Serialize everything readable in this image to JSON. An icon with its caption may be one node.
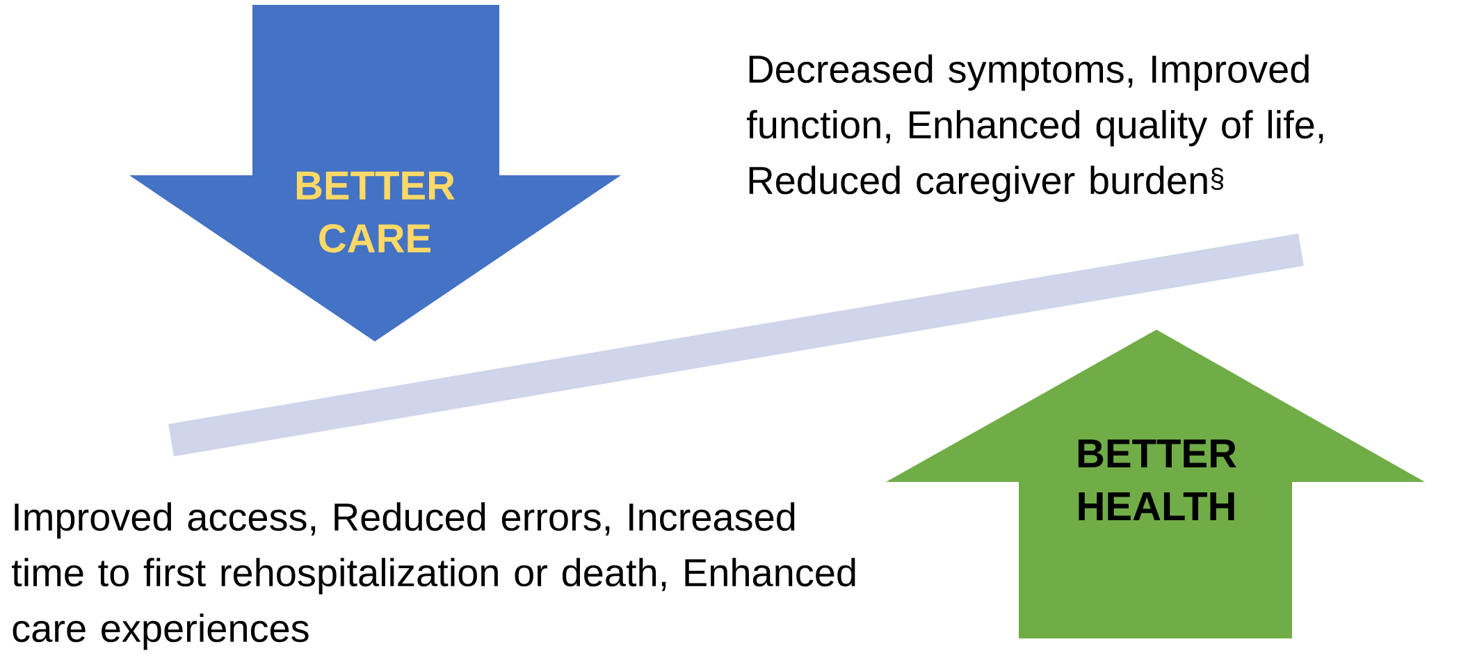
{
  "diagram": {
    "nodes": [
      {
        "text": [
          "BETTER CARE"
        ]
      },
      {
        "text": [
          "BETTER HEALTH"
        ]
      },
      {
        "text": [],
        "shape": "bar"
      }
    ],
    "labels": [
      "Decreased symptoms, Improved function, Enhanced quality of life, Reduced caregiver burden$^{§}$",
      "Improved access, Reduced errors, Increased time to first rehospitalization or death, Enhanced care experiences"
    ]
  }
}
